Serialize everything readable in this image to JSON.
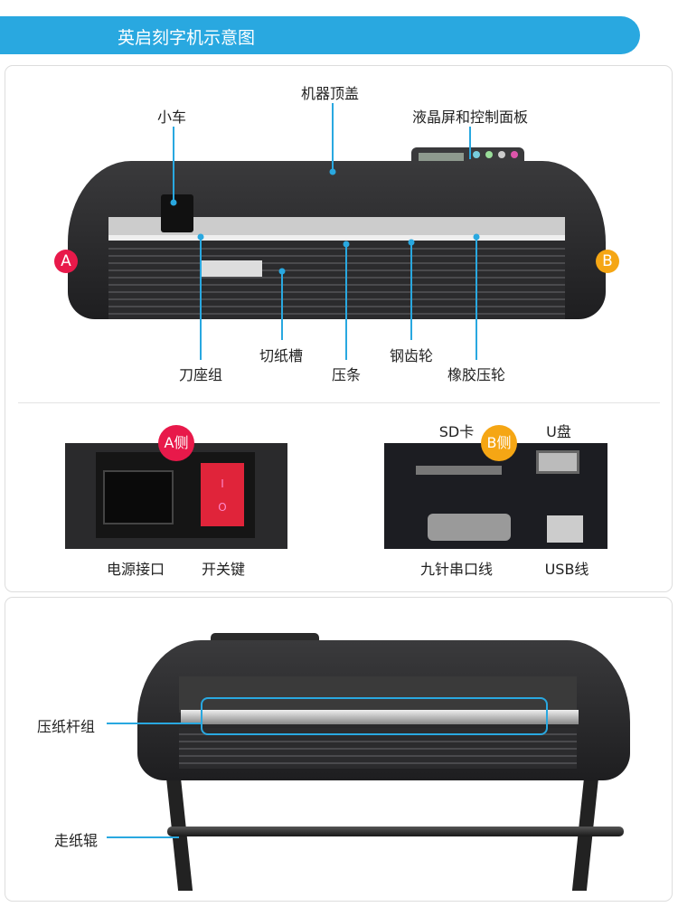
{
  "header": {
    "title": "英启刻字机示意图"
  },
  "front_view": {
    "labels": {
      "top_cover": "机器顶盖",
      "carriage": "小车",
      "lcd_panel": "液晶屏和控制面板",
      "blade_holder": "刀座组",
      "cutting_groove": "切纸槽",
      "press_strip": "压条",
      "steel_gear": "钢齿轮",
      "rubber_roller": "橡胶压轮"
    },
    "side_a": "A",
    "side_b": "B"
  },
  "side_a_panel": {
    "badge": "A侧",
    "power_port": "电源接口",
    "power_switch": "开关键",
    "switch_on": "I",
    "switch_off": "O"
  },
  "side_b_panel": {
    "badge": "B侧",
    "sd_card": "SD卡",
    "usb_drive": "U盘",
    "serial_port": "九针串口线",
    "usb_cable": "USB线"
  },
  "rear_view": {
    "pinch_rod_group": "压纸杆组",
    "feed_roller": "走纸辊"
  },
  "colors": {
    "accent": "#29a8e0",
    "badge_a": "#e8194a",
    "badge_b": "#f5a614"
  }
}
